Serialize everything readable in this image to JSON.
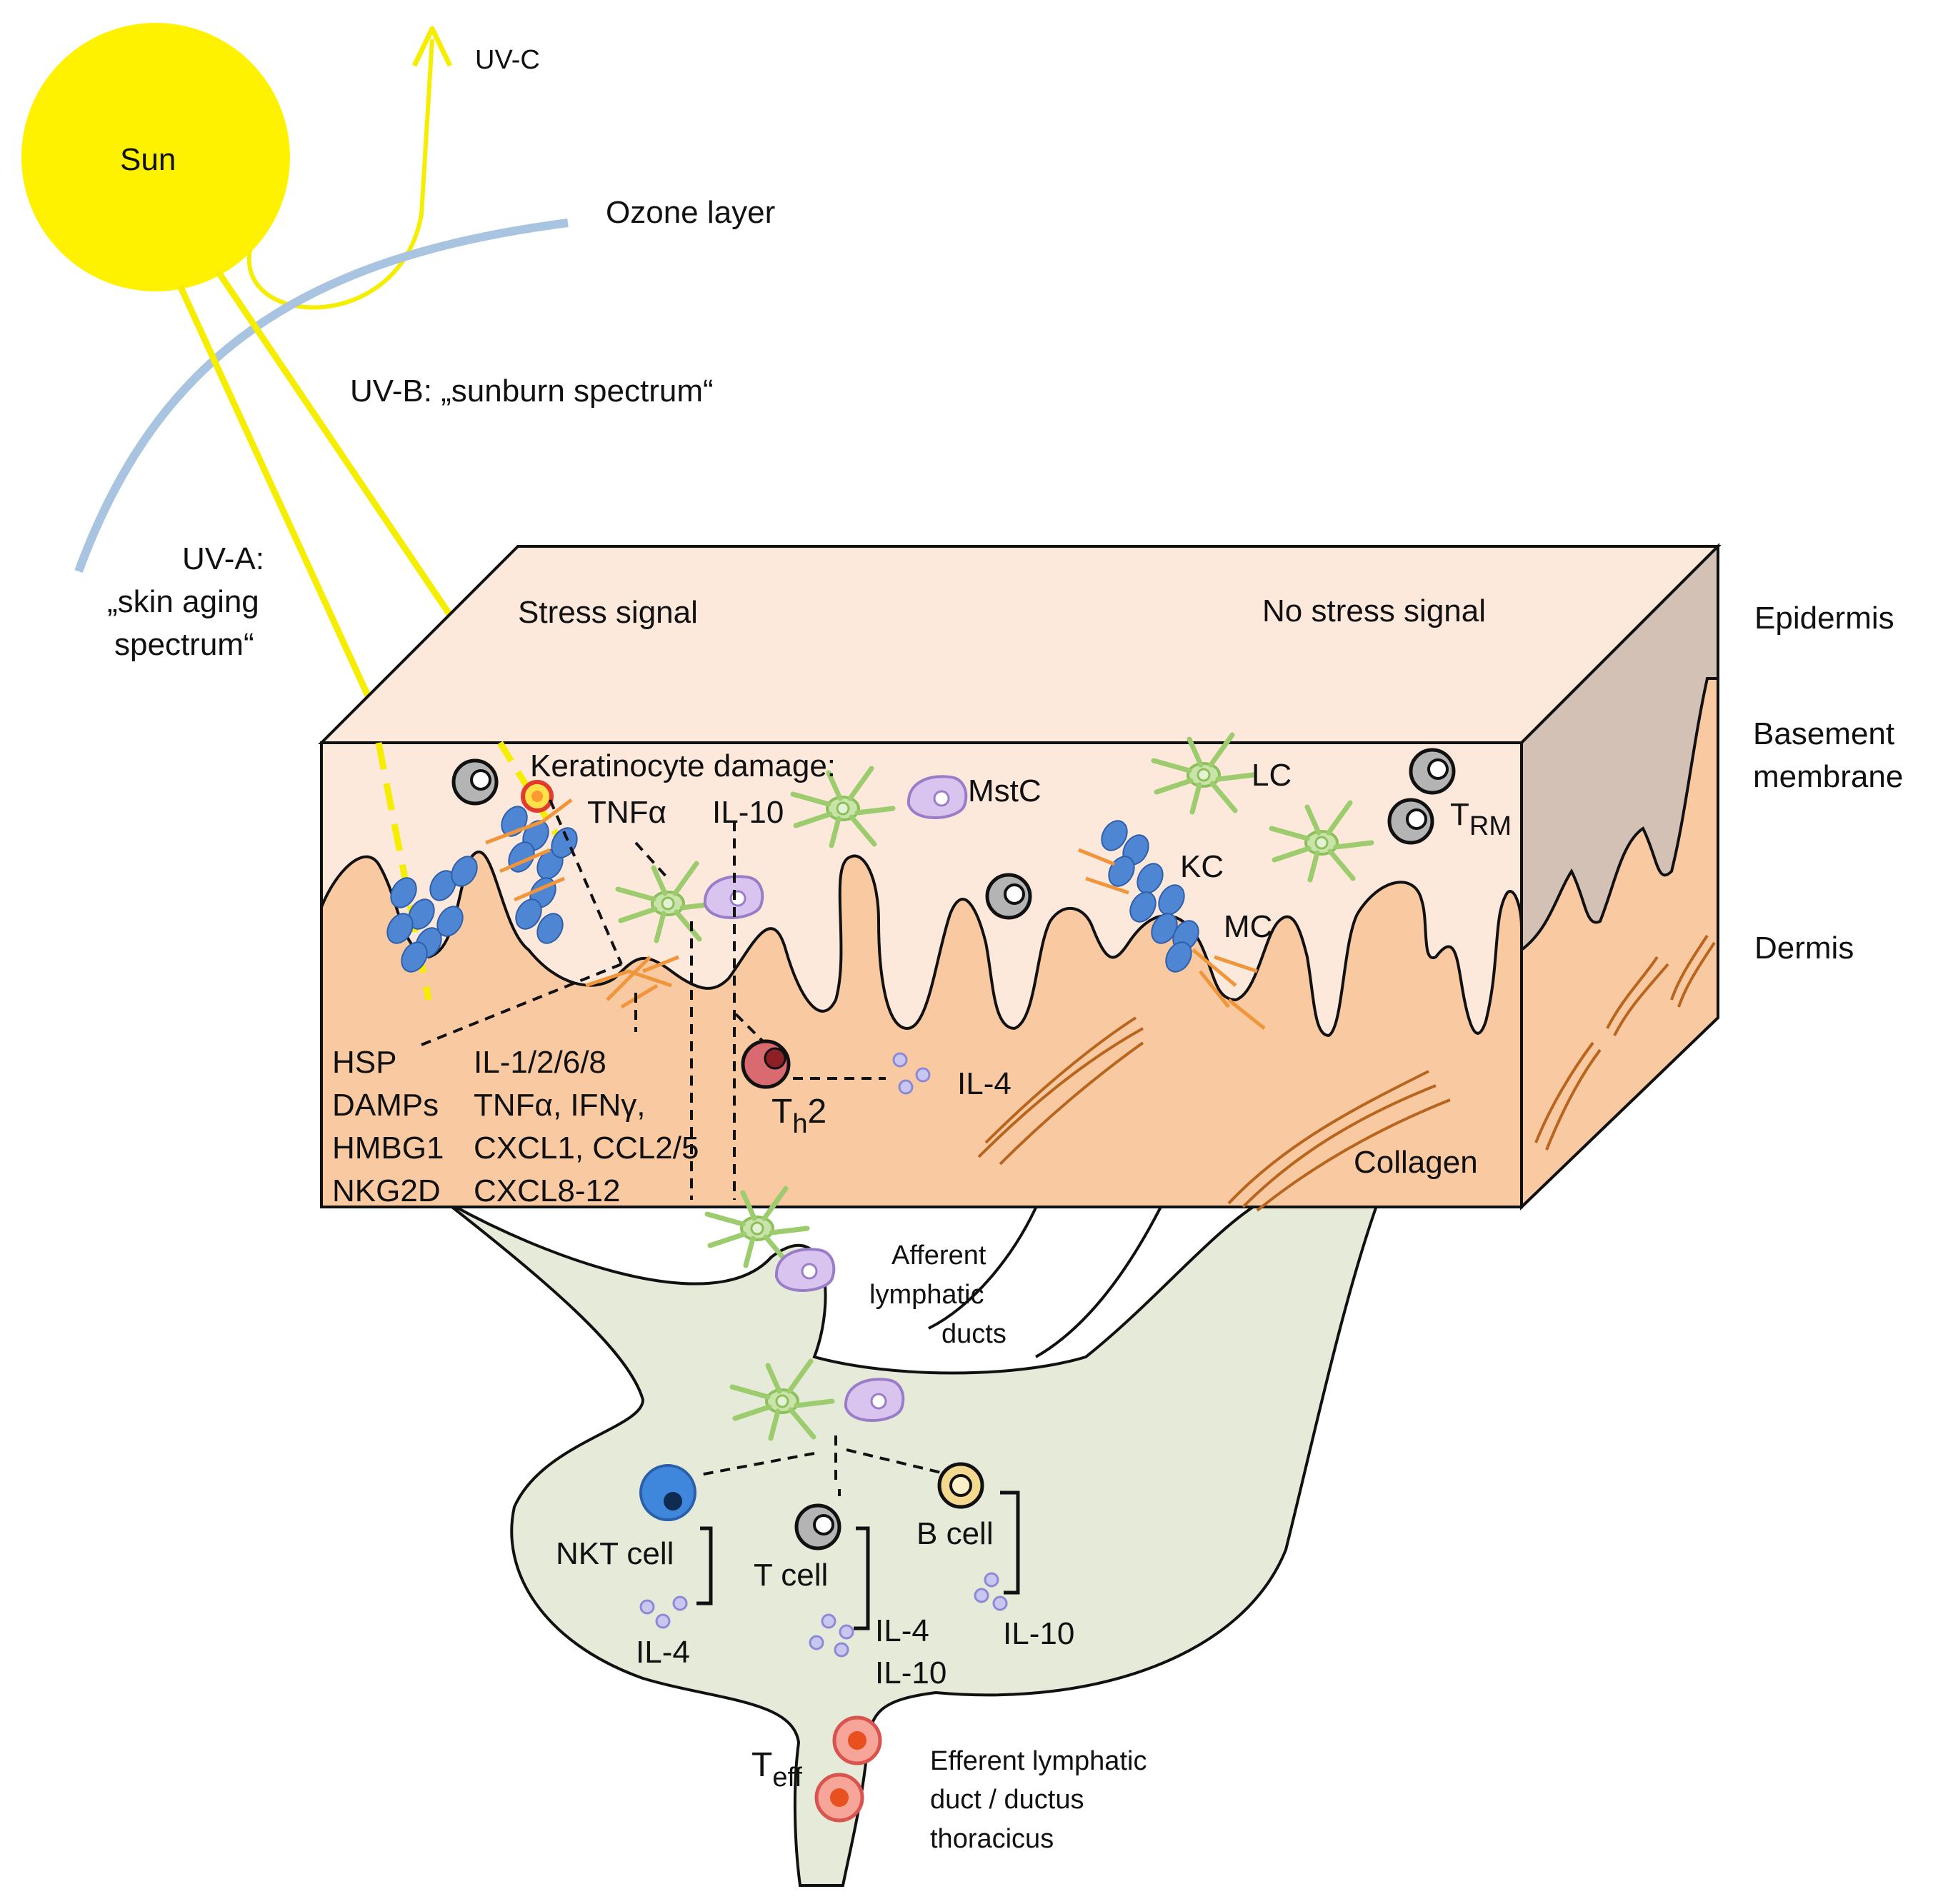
{
  "labels": {
    "sun": "Sun",
    "uvc": "UV-C",
    "ozone": "Ozone layer",
    "uvb": "UV-B: „sunburn spectrum“",
    "uva_1": "UV-A:",
    "uva_2": "„skin aging",
    "uva_3": "spectrum“",
    "stress": "Stress signal",
    "no_stress": "No stress signal",
    "epidermis": "Epidermis",
    "basement_1": "Basement",
    "basement_2": "membrane",
    "dermis": "Dermis",
    "kc_damage": "Keratinocyte damage:",
    "tnfa_top": "TNFα",
    "il10_top": "IL-10",
    "mstc": "MstC",
    "lc": "LC",
    "trm_T": "T",
    "trm_sub": "RM",
    "kc": "KC",
    "mc": "MC",
    "hsp": "HSP",
    "damps": "DAMPs",
    "hmgb1": "HMBG1",
    "nkg2d": "NKG2D",
    "cyto_1": "IL-1/2/6/8",
    "cyto_2": "TNFα, IFNγ,",
    "cyto_3": "CXCL1, CCL2/5",
    "cyto_4": "CXCL8-12",
    "th2_T": "T",
    "th2_sub": "h",
    "th2_2": "2",
    "il4_dermis": "IL-4",
    "collagen": "Collagen",
    "afferent_1": "Afferent",
    "afferent_2": "lymphatic",
    "afferent_3": "ducts",
    "nkt": "NKT cell",
    "tcell": "T cell",
    "bcell": "B cell",
    "il4_nkt": "IL-4",
    "il4_t": "IL-4",
    "il10_t": "IL-10",
    "il10_b": "IL-10",
    "teff_T": "T",
    "teff_sub": "eff",
    "efferent_1": "Efferent lymphatic",
    "efferent_2": "duct / ductus",
    "efferent_3": "thoracicus"
  },
  "colors": {
    "sun": "#fff200",
    "ray": "#f5ee00",
    "ozone": "#a8c4e0",
    "epidermis": "#fde9dc",
    "dermis": "#f9c9a2",
    "side": "#d4c1b6",
    "lymph": "#e5ebd8",
    "kc": "#4f86d4",
    "mc": "#f0953a",
    "lc": "#9ccc6e",
    "mstc": "#c9b0e3",
    "tcell": "#a8a8a8",
    "th2": "#c9585e",
    "teff": "#f08a72",
    "nkt": "#3f86dd",
    "bcell": "#f3d98d",
    "cytokine": "#b6b4ea",
    "collagen": "#b8651e"
  }
}
